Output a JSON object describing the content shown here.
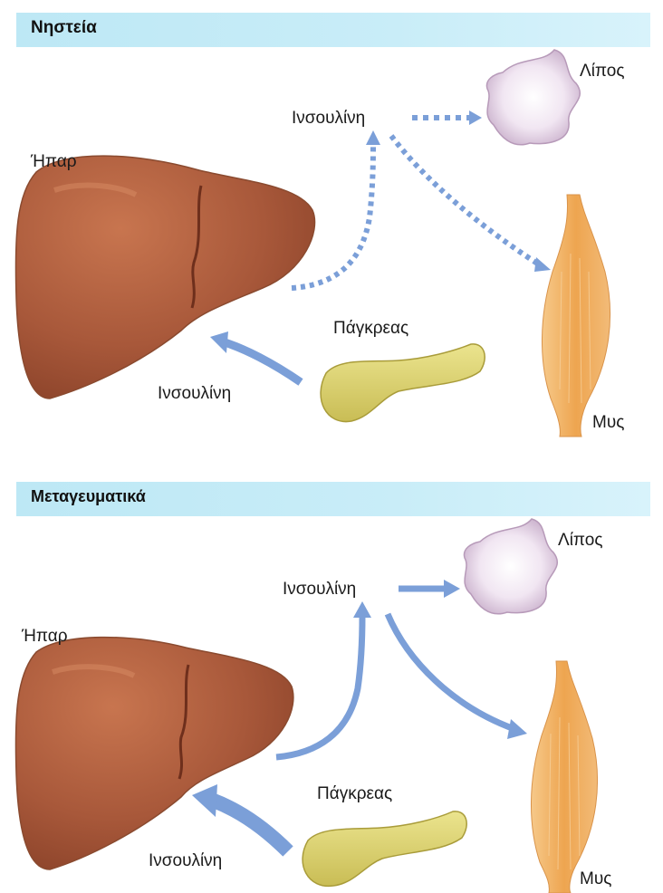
{
  "panels": [
    {
      "title": "Νηστεία",
      "labels": {
        "liver": "Ήπαρ",
        "fat": "Λίπος",
        "muscle": "Μυς",
        "pancreas": "Πάγκρεας",
        "insulin_top": "Ινσουλίνη",
        "insulin_bottom": "Ινσουλίνη"
      }
    },
    {
      "title": "Μεταγευματικά",
      "labels": {
        "liver": "Ήπαρ",
        "fat": "Λίπος",
        "muscle": "Μυς",
        "pancreas": "Πάγκρεας",
        "insulin_top": "Ινσουλίνη",
        "insulin_bottom": "Ινσουλίνη"
      }
    }
  ],
  "colors": {
    "header_band": "#c4ebf7",
    "liver": "#a8583a",
    "pancreas": "#d8cf6e",
    "muscle": "#efad5b",
    "fat": "#ece0ef",
    "arrow": "#7b9fd8"
  }
}
